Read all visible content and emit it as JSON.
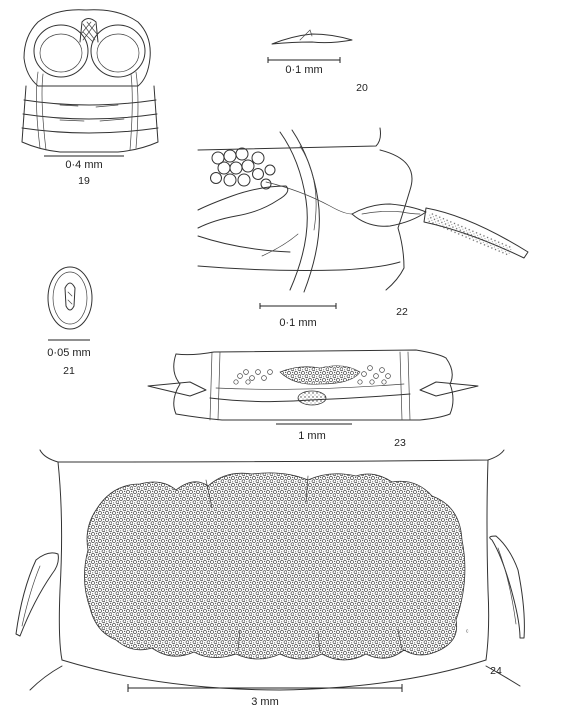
{
  "figures": [
    {
      "number": "19",
      "scale_label": "0·4 mm"
    },
    {
      "number": "20",
      "scale_label": "0·1 mm"
    },
    {
      "number": "21",
      "scale_label": "0·05 mm"
    },
    {
      "number": "22",
      "scale_label": "0·1 mm"
    },
    {
      "number": "23",
      "scale_label": "1 mm"
    },
    {
      "number": "24",
      "scale_label": "3 mm"
    }
  ]
}
